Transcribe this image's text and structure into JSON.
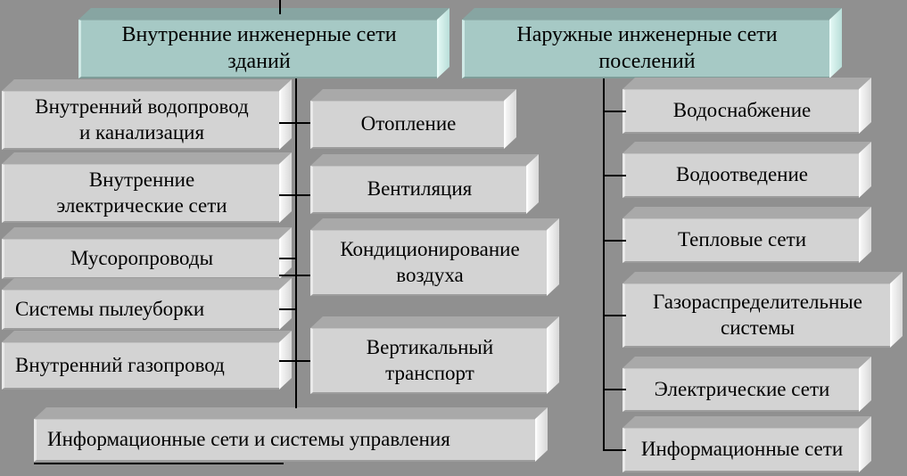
{
  "diagram": {
    "internal": {
      "title": "Внутренние инженерные сети\nзданий",
      "left_boxes": [
        "Внутренний водопровод\nи канализация",
        "Внутренние\nэлектрические сети",
        "Мусоропроводы",
        "Системы пылеуборки",
        "Внутренний газопровод"
      ],
      "middle_boxes": [
        "Отопление",
        "Вентиляция",
        "Кондиционирование\nвоздуха",
        "Вертикальный\nтранспорт"
      ],
      "bottom_box": "Информационные сети и системы управления"
    },
    "external": {
      "title": "Наружные инженерные сети\nпоселений",
      "boxes": [
        "Водоснабжение",
        "Водоотведение",
        "Тепловые сети",
        "Газораспределительные\nсистемы",
        "Электрические сети",
        "Информационные сети"
      ]
    }
  },
  "colors": {
    "background": "#909090",
    "box_face": "#d3d3d3",
    "box_top": "#a9a9a9",
    "box_side": "#f0f0f0",
    "header_face": "#a6c9c5",
    "header_top": "#87a5a2",
    "header_side": "#d6f0ec",
    "connector_line": "#000000",
    "text": "#000000"
  }
}
